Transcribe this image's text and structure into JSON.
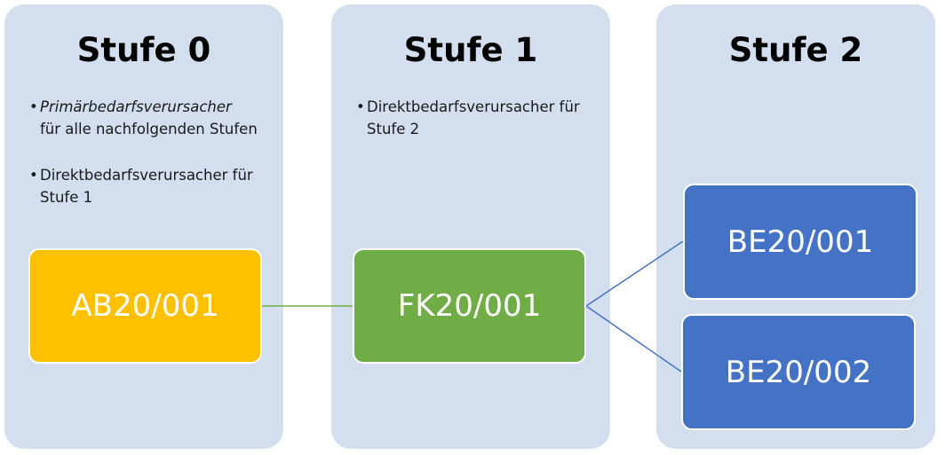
{
  "columns": [
    {
      "title": "Stufe 0",
      "bullets": [
        {
          "italic": "Primärbedarfsverursacher",
          "text": "für alle nachfolgenden Stufen"
        },
        {
          "italic": "",
          "text": "Direktbedarfsverursacher für Stufe 1"
        }
      ]
    },
    {
      "title": "Stufe 1",
      "bullets": [
        {
          "italic": "",
          "text": "Direktbedarfsverursacher für Stufe 2"
        }
      ]
    },
    {
      "title": "Stufe 2",
      "bullets": []
    }
  ],
  "nodes": {
    "ab": {
      "label": "AB20/001",
      "color": "#ffc000"
    },
    "fk": {
      "label": "FK20/001",
      "color": "#70ad47"
    },
    "be1": {
      "label": "BE20/001",
      "color": "#4472c4"
    },
    "be2": {
      "label": "BE20/002",
      "color": "#4472c4"
    }
  },
  "edges": [
    {
      "from": "AB20/001",
      "to": "FK20/001",
      "color": "#70ad47"
    },
    {
      "from": "FK20/001",
      "to": "BE20/001",
      "color": "#4472c4"
    },
    {
      "from": "FK20/001",
      "to": "BE20/002",
      "color": "#4472c4"
    }
  ],
  "colors": {
    "column_bg": "#d3deee"
  }
}
